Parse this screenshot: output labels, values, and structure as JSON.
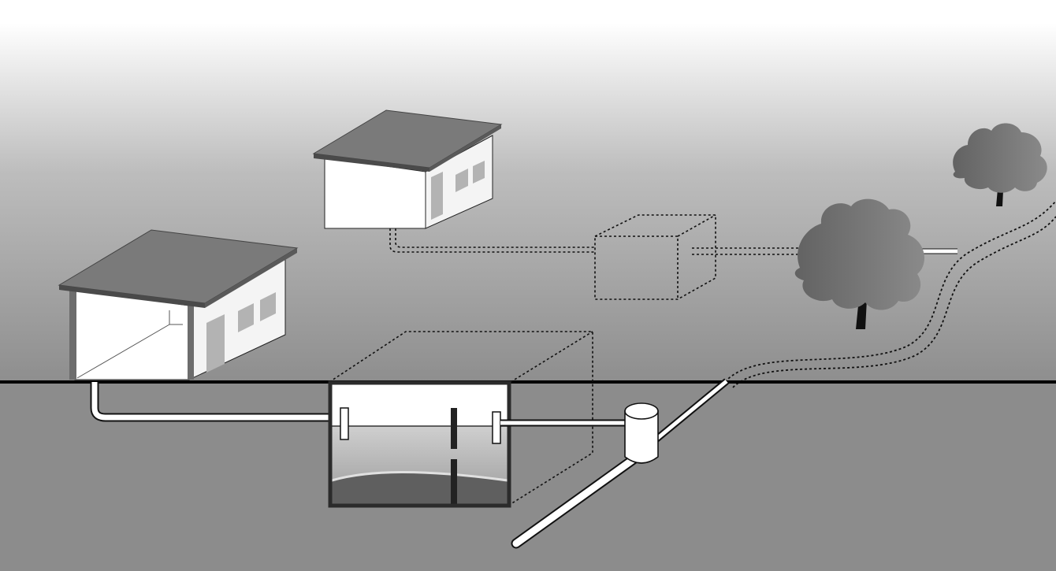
{
  "diagram": {
    "type": "septic-system-illustration",
    "colors": {
      "sky_top": "#ffffff",
      "sky_bottom": "#8e8e8e",
      "ground": "#8c8c8c",
      "ground_line": "#000000",
      "roof": "#7a7a7a",
      "wall": "#ffffff",
      "window": "#b3b3b3",
      "tree": "#6f6f6f",
      "tank_frame": "#2b2b2b",
      "pipe_fill": "#ffffff",
      "pipe_stroke": "#111111"
    },
    "elements": [
      {
        "name": "house-front",
        "kind": "building"
      },
      {
        "name": "house-back",
        "kind": "building"
      },
      {
        "name": "septic-tank",
        "kind": "underground-tank"
      },
      {
        "name": "ghost-tank-back",
        "kind": "dashed-tank-outline"
      },
      {
        "name": "distribution-box",
        "kind": "junction-cylinder"
      },
      {
        "name": "drain-field-pipe",
        "kind": "pipe"
      },
      {
        "name": "tree-large",
        "kind": "tree"
      },
      {
        "name": "tree-small",
        "kind": "tree"
      }
    ]
  }
}
